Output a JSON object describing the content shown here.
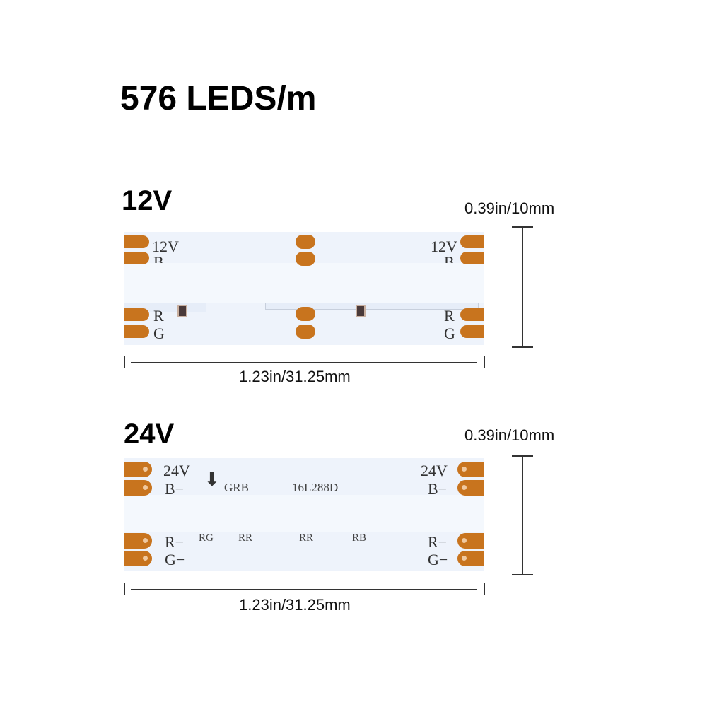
{
  "title": "576 LEDS/m",
  "colors": {
    "pad": "#c8741e",
    "pcb": "#eef3fb",
    "text": "#000000"
  },
  "section_12v": {
    "label": "12V",
    "height_dim": "0.39in/10mm",
    "length_dim": "1.23in/31.25mm",
    "pcb_left": {
      "voltage": "12V",
      "b": "B",
      "r": "R",
      "g": "G"
    },
    "pcb_right": {
      "voltage": "12V",
      "b": "B",
      "r": "R",
      "g": "G"
    }
  },
  "section_24v": {
    "label": "24V",
    "height_dim": "0.39in/10mm",
    "length_dim": "1.23in/31.25mm",
    "pcb_left": {
      "voltage": "24V",
      "b": "B−",
      "r": "R−",
      "g": "G−"
    },
    "pcb_right": {
      "voltage": "24V",
      "b": "B−",
      "r": "R−",
      "g": "G−"
    },
    "diode_symbol": "⬇",
    "diode_label": "GRB",
    "ic_label": "16L288D",
    "bottom_marks": [
      "RG",
      "RR",
      "RR",
      "RB"
    ]
  }
}
